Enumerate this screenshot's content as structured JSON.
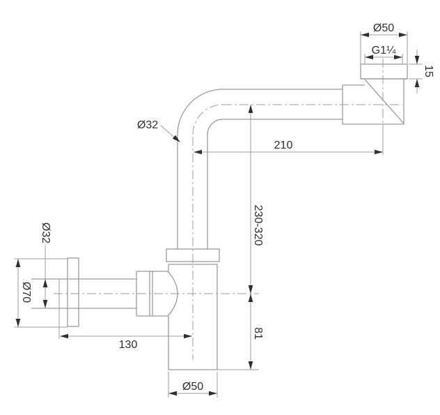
{
  "drawing": {
    "type": "technical-dimension-drawing",
    "subject": "bottle-trap-siphon-side-view",
    "background_color": "#ffffff",
    "line_color": "#9a9a9a",
    "text_color": "#2f2f2f",
    "dimensions": {
      "outlet_flange_diameter": "Ø50",
      "outlet_thread": "G1¼",
      "outlet_flange_height": "15",
      "riser_pipe_diameter": "Ø32",
      "horizontal_reach": "210",
      "adjustable_height": "230-320",
      "inlet_pipe_diameter": "Ø32",
      "wall_flange_diameter": "Ø70",
      "inlet_length": "130",
      "outlet_drop": "81",
      "body_diameter": "Ø50"
    }
  }
}
